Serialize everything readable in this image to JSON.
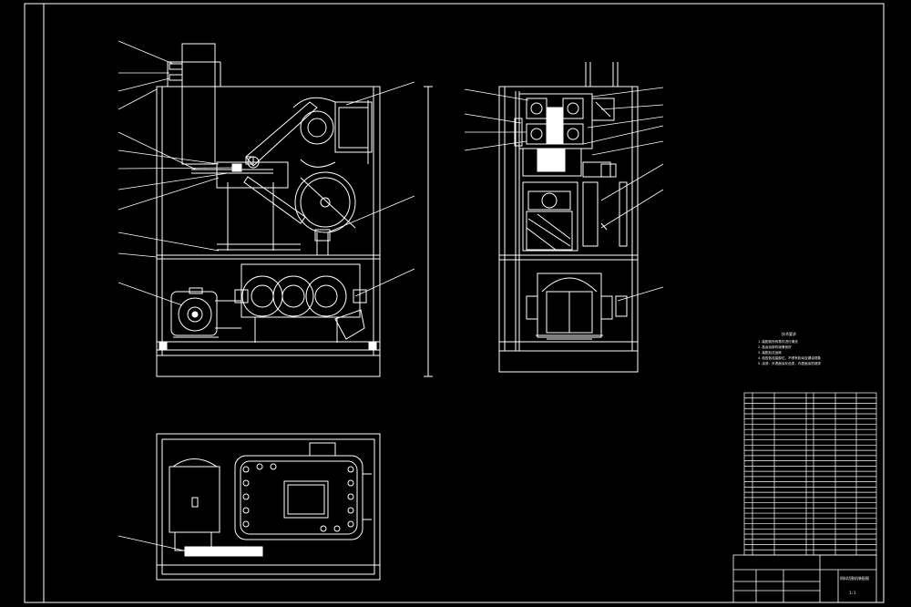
{
  "drawing": {
    "background": "#000000",
    "line_color": "#ffffff",
    "notes_heading": "技术要求",
    "notes": [
      "1.装配前所有零件进行清洗",
      "2.各运动部件润滑良好",
      "3.装配后试运转",
      "4.检查各连接部位，不得有松动及漏油现象",
      "5.涂漆：外表面涂灰色漆，内表面涂防锈漆"
    ],
    "title_block": {
      "title": "饲料切割机装配图",
      "sheet": "1:1"
    }
  }
}
